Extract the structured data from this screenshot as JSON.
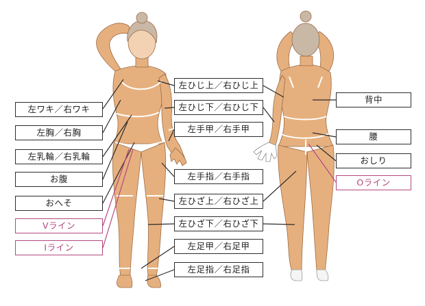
{
  "labels": {
    "armpit": "左ワキ／右ワキ",
    "chest": "左胸／右胸",
    "areola": "左乳輪／右乳輪",
    "belly": "お腹",
    "navel": "おへそ",
    "v_line": "Vライン",
    "i_line": "Iライン",
    "upper_elbow": "左ひじ上／右ひじ上",
    "lower_elbow": "左ひじ下／右ひじ下",
    "back_of_hand": "左手甲／右手甲",
    "fingers": "左手指／右手指",
    "upper_knee": "左ひざ上／右ひざ上",
    "lower_knee": "左ひざ下／右ひざ下",
    "instep": "左足甲／右足甲",
    "toes": "左足指／右足指",
    "back": "背中",
    "waist": "腰",
    "buttocks": "おしり",
    "o_line": "Oライン"
  },
  "colors": {
    "skin": "#e6b07e",
    "skin_shadow": "#cf9462",
    "line": "#2b2b2b",
    "highlight_line": "#b4467e",
    "area_divider": "#ffffff"
  }
}
